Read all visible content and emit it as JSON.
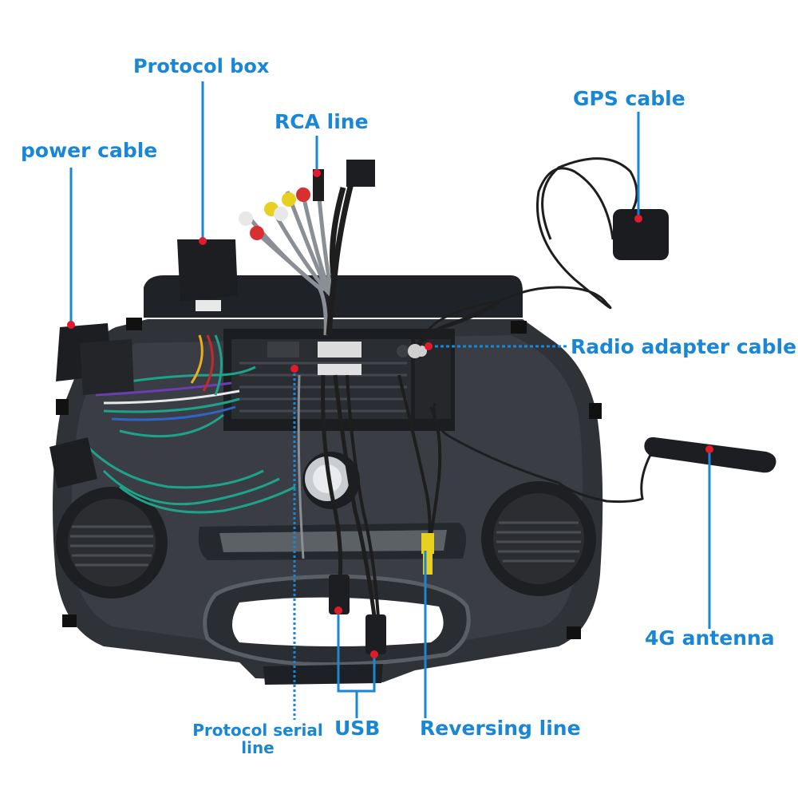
{
  "labels": {
    "protocol_box": "Protocol box",
    "rca_line": "RCA line",
    "gps_cable": "GPS cable",
    "power_cable": "power cable",
    "radio_adapter_cable": "Radio adapter cable",
    "four_g_antenna": "4G antenna",
    "protocol_serial_line_1": "Protocol serial",
    "protocol_serial_line_2": "line",
    "usb": "USB",
    "reversing_line": "Reversing line"
  },
  "colors": {
    "label": "#1a86d6",
    "leader_line": "#1a86d6",
    "marker_dot": "#e21b2a",
    "panel": "#2d3136",
    "panel_dark": "#1c1f23",
    "cable_black": "#1e1e1e",
    "wire_green": "#1ea38a"
  }
}
